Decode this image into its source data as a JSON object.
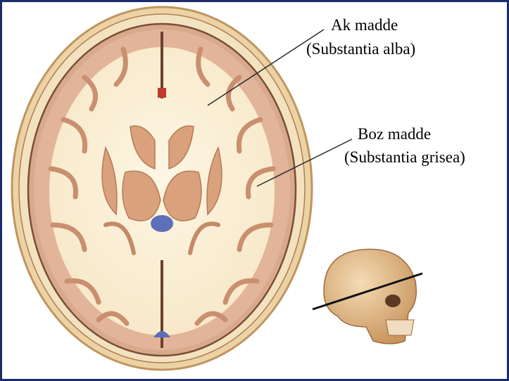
{
  "labels": {
    "white_matter": {
      "turkish": "Ak madde",
      "latin": "(Substantia alba)"
    },
    "grey_matter": {
      "turkish": "Boz madde",
      "latin": "(Substantia grisea)"
    }
  },
  "colors": {
    "frame_border": "#1b2a6b",
    "background": "#ffffff",
    "skull_outer": "#e8c898",
    "skull_edge": "#b98a52",
    "dura_line": "#8b5a3c",
    "cortex_grey": "#dcaa8c",
    "white_matter": "#fbf1d8",
    "deep_grey_nuclei": "#d7a07a",
    "ventricle_blue": "#5d6fb8",
    "leader_line": "#2a2a2a",
    "cut_plane_line": "#111111",
    "mini_skull": "#e3b98a"
  },
  "icons": {
    "brain_section": "axial-brain-section-illustration",
    "skull_thumbnail": "skull-with-cut-plane-icon"
  }
}
